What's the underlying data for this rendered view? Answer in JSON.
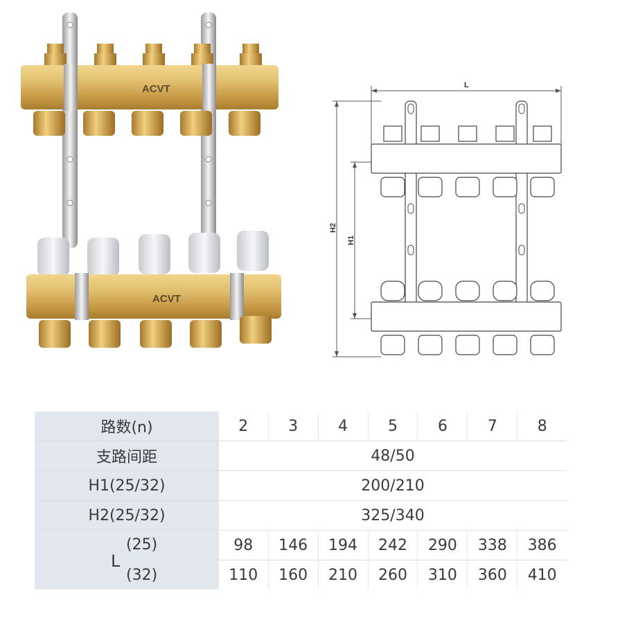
{
  "product": {
    "brand_logo": "ACVT"
  },
  "drawing": {
    "label_L": "L",
    "label_H1": "H1",
    "label_H2": "H2"
  },
  "table": {
    "row_n": {
      "label": "路数(n)",
      "values": [
        "2",
        "3",
        "4",
        "5",
        "6",
        "7",
        "8"
      ]
    },
    "row_spacing": {
      "label": "支路间距",
      "value": "48/50"
    },
    "row_h1": {
      "label": "H1(25/32)",
      "value": "200/210"
    },
    "row_h2": {
      "label": "H2(25/32)",
      "value": "325/340"
    },
    "row_l": {
      "label": "L",
      "sub25": "(25)",
      "sub32": "(32)",
      "values25": [
        "98",
        "146",
        "194",
        "242",
        "290",
        "338",
        "386"
      ],
      "values32": [
        "110",
        "160",
        "210",
        "260",
        "310",
        "360",
        "410"
      ]
    }
  },
  "colors": {
    "brass": "#d8b45e",
    "brass_dark": "#b8903c",
    "chrome": "#c9c9c9",
    "cap_white": "#e4e6ea",
    "header_bg": "#e1e7ed"
  }
}
